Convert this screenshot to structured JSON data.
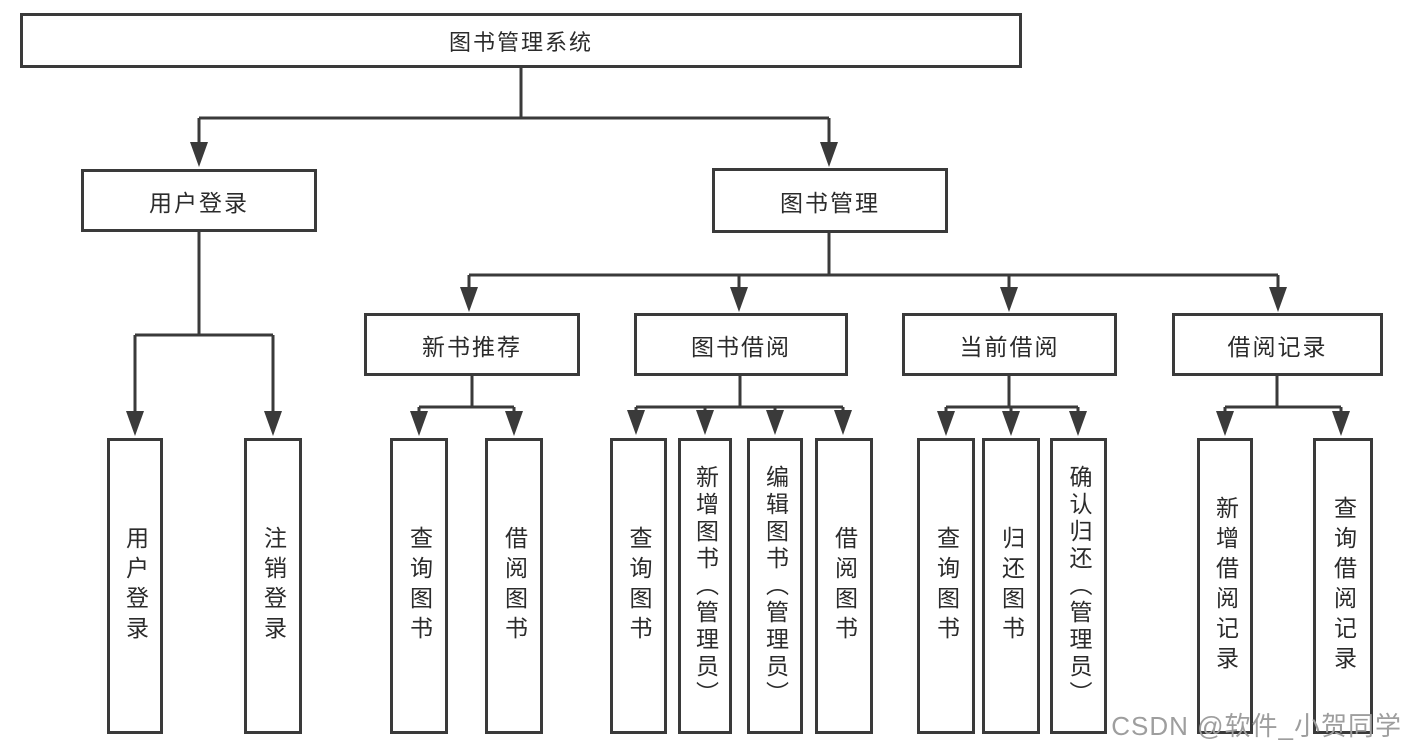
{
  "diagram": {
    "title": "图书管理系统",
    "root": {
      "label": "图书管理系统"
    },
    "branches": [
      {
        "label": "用户登录",
        "children": [
          {
            "label": "用户登录"
          },
          {
            "label": "注销登录"
          }
        ]
      },
      {
        "label": "图书管理",
        "children": [
          {
            "label": "新书推荐",
            "children": [
              {
                "label": "查询图书"
              },
              {
                "label": "借阅图书"
              }
            ]
          },
          {
            "label": "图书借阅",
            "children": [
              {
                "label": "查询图书"
              },
              {
                "label": "新增图书（管理员）"
              },
              {
                "label": "编辑图书（管理员）"
              },
              {
                "label": "借阅图书"
              }
            ]
          },
          {
            "label": "当前借阅",
            "children": [
              {
                "label": "查询图书"
              },
              {
                "label": "归还图书"
              },
              {
                "label": "确认归还（管理员）"
              }
            ]
          },
          {
            "label": "借阅记录",
            "children": [
              {
                "label": "新增借阅记录"
              },
              {
                "label": "查询借阅记录"
              }
            ]
          }
        ]
      }
    ]
  },
  "watermark": {
    "text": "CSDN @软件_小贺同学"
  },
  "colors": {
    "line": "#3a3a3a",
    "text": "#2b2b2b",
    "watermark_gray": "#9e9e9e",
    "background": "#ffffff"
  }
}
